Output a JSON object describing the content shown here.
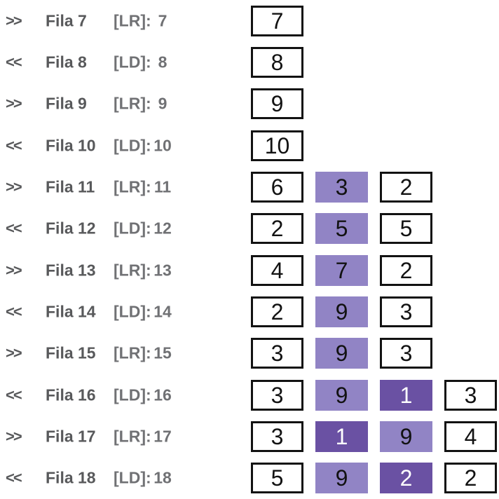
{
  "colors": {
    "background": "#ffffff",
    "text_dark": "#58595b",
    "text_medium": "#707174",
    "box_border": "#121212",
    "purple_light": "#9184c5",
    "purple_dark": "#6a51a3",
    "digit_on_light": "#121212",
    "digit_on_dark": "#ffffff"
  },
  "rows": [
    {
      "direction": ">>",
      "label": "Fila 7",
      "mode": "[LR]:",
      "index": "7",
      "cells": [
        {
          "value": "7",
          "variant": "outline"
        }
      ]
    },
    {
      "direction": "<<",
      "label": "Fila 8",
      "mode": "[LD]:",
      "index": "8",
      "cells": [
        {
          "value": "8",
          "variant": "outline"
        }
      ]
    },
    {
      "direction": ">>",
      "label": "Fila 9",
      "mode": "[LR]:",
      "index": "9",
      "cells": [
        {
          "value": "9",
          "variant": "outline"
        }
      ]
    },
    {
      "direction": "<<",
      "label": "Fila 10",
      "mode": "[LD]:",
      "index": "10",
      "cells": [
        {
          "value": "10",
          "variant": "outline"
        }
      ]
    },
    {
      "direction": ">>",
      "label": "Fila 11",
      "mode": "[LR]:",
      "index": "11",
      "cells": [
        {
          "value": "6",
          "variant": "outline"
        },
        {
          "value": "3",
          "variant": "purple-light"
        },
        {
          "value": "2",
          "variant": "outline"
        }
      ]
    },
    {
      "direction": "<<",
      "label": "Fila 12",
      "mode": "[LD]:",
      "index": "12",
      "cells": [
        {
          "value": "2",
          "variant": "outline"
        },
        {
          "value": "5",
          "variant": "purple-light"
        },
        {
          "value": "5",
          "variant": "outline"
        }
      ]
    },
    {
      "direction": ">>",
      "label": "Fila 13",
      "mode": "[LR]:",
      "index": "13",
      "cells": [
        {
          "value": "4",
          "variant": "outline"
        },
        {
          "value": "7",
          "variant": "purple-light"
        },
        {
          "value": "2",
          "variant": "outline"
        }
      ]
    },
    {
      "direction": "<<",
      "label": "Fila 14",
      "mode": "[LD]:",
      "index": "14",
      "cells": [
        {
          "value": "2",
          "variant": "outline"
        },
        {
          "value": "9",
          "variant": "purple-light"
        },
        {
          "value": "3",
          "variant": "outline"
        }
      ]
    },
    {
      "direction": ">>",
      "label": "Fila 15",
      "mode": "[LR]:",
      "index": "15",
      "cells": [
        {
          "value": "3",
          "variant": "outline"
        },
        {
          "value": "9",
          "variant": "purple-light"
        },
        {
          "value": "3",
          "variant": "outline"
        }
      ]
    },
    {
      "direction": "<<",
      "label": "Fila 16",
      "mode": "[LD]:",
      "index": "16",
      "cells": [
        {
          "value": "3",
          "variant": "outline"
        },
        {
          "value": "9",
          "variant": "purple-light"
        },
        {
          "value": "1",
          "variant": "purple-dark"
        },
        {
          "value": "3",
          "variant": "outline"
        }
      ]
    },
    {
      "direction": ">>",
      "label": "Fila 17",
      "mode": "[LR]:",
      "index": "17",
      "cells": [
        {
          "value": "3",
          "variant": "outline"
        },
        {
          "value": "1",
          "variant": "purple-dark"
        },
        {
          "value": "9",
          "variant": "purple-light"
        },
        {
          "value": "4",
          "variant": "outline"
        }
      ]
    },
    {
      "direction": "<<",
      "label": "Fila 18",
      "mode": "[LD]:",
      "index": "18",
      "cells": [
        {
          "value": "5",
          "variant": "outline"
        },
        {
          "value": "9",
          "variant": "purple-light"
        },
        {
          "value": "2",
          "variant": "purple-dark"
        },
        {
          "value": "2",
          "variant": "outline"
        }
      ]
    }
  ]
}
